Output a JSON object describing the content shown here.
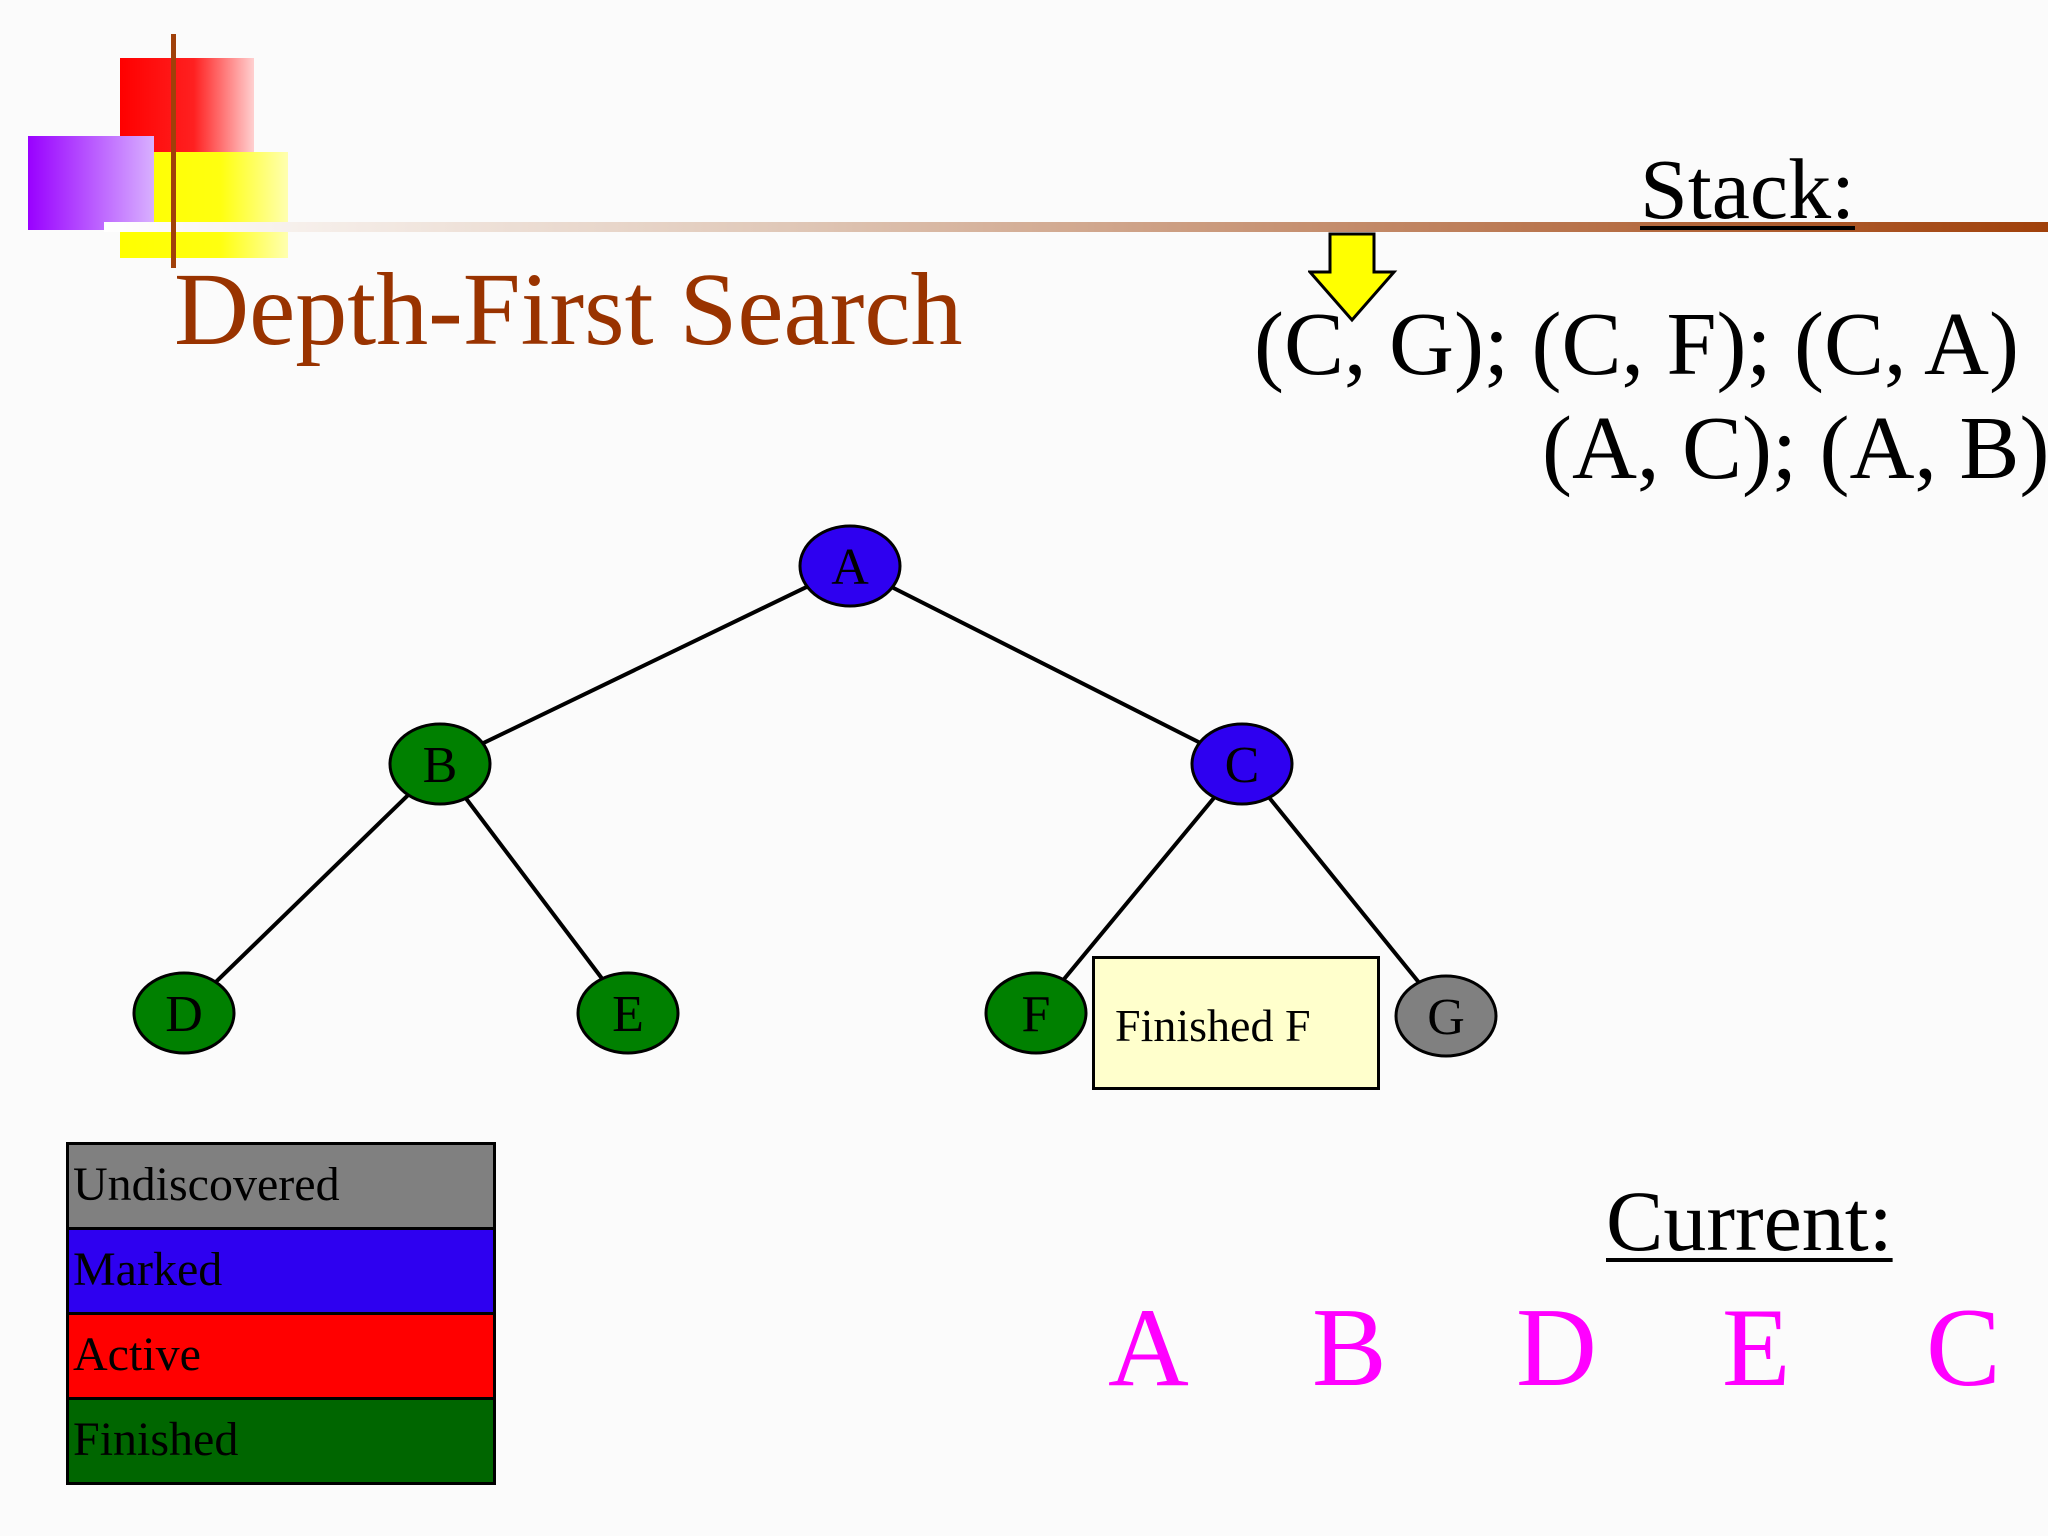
{
  "title": "Depth-First Search",
  "stack": {
    "heading": "Stack:",
    "line1": "(C, G); (C, F); (C, A)",
    "line2": "(A, C); (A, B)"
  },
  "current": {
    "heading": "Current:",
    "items": [
      "A",
      "B",
      "D",
      "E",
      "C"
    ]
  },
  "nodes": {
    "A": {
      "label": "A",
      "state": "marked"
    },
    "B": {
      "label": "B",
      "state": "finished"
    },
    "C": {
      "label": "C",
      "state": "marked"
    },
    "D": {
      "label": "D",
      "state": "finished"
    },
    "E": {
      "label": "E",
      "state": "finished"
    },
    "F": {
      "label": "F",
      "state": "finished"
    },
    "G": {
      "label": "G",
      "state": "undiscovered"
    }
  },
  "edges": [
    [
      "A",
      "B"
    ],
    [
      "A",
      "C"
    ],
    [
      "B",
      "D"
    ],
    [
      "B",
      "E"
    ],
    [
      "C",
      "F"
    ],
    [
      "C",
      "G"
    ]
  ],
  "callout": "Finished F",
  "legend": [
    {
      "label": "Undiscovered",
      "color": "#808080"
    },
    {
      "label": "Marked",
      "color": "#2e00f0"
    },
    {
      "label": "Active",
      "color": "#ff0000"
    },
    {
      "label": "Finished",
      "color": "#006600"
    }
  ],
  "colors": {
    "undiscovered": "#808080",
    "marked": "#2e00f0",
    "finished": "#008000",
    "title": "#993300",
    "current": "#ff00ff",
    "pointer_arrow": "#ffff00"
  }
}
